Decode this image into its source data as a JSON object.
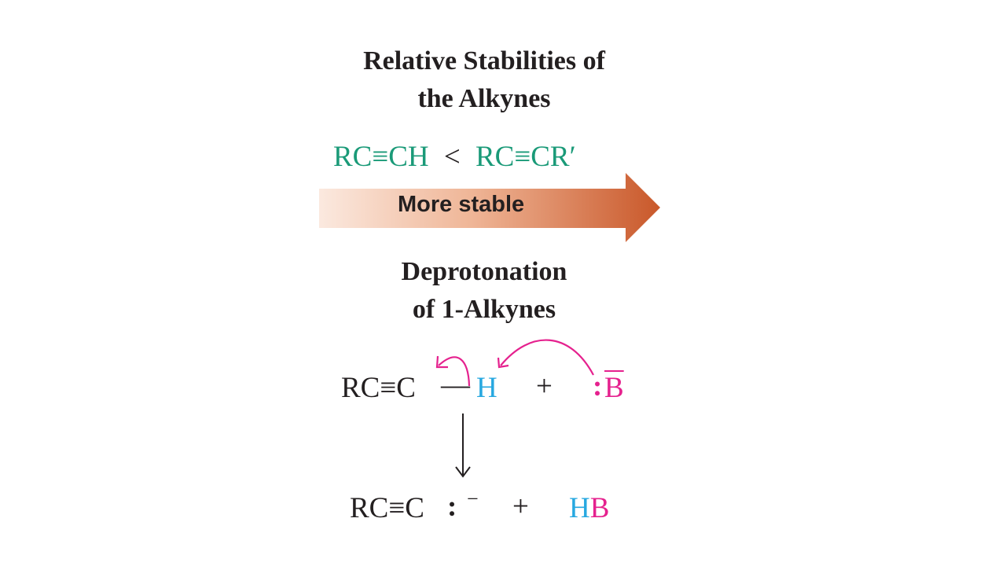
{
  "section1": {
    "title_line1": "Relative Stabilities of",
    "title_line2": "the Alkynes",
    "formula_left": "RC≡CH",
    "comparator": "<",
    "formula_right": "RC≡CR′",
    "arrow_label": "More stable"
  },
  "section2": {
    "title_line1": "Deprotonation",
    "title_line2": "of 1-Alkynes",
    "reactant_alkyne": "RC≡C",
    "bond": "—",
    "proton": "H",
    "plus_reactants": "+",
    "base_lone_pair": ":",
    "base": "B",
    "product_anion": "RC≡C",
    "anion_lone_pair": ":",
    "anion_charge": "−",
    "plus_products": "+",
    "product_h": "H",
    "product_b": "B"
  },
  "colors": {
    "teal": "#1a9a78",
    "blue": "#27a8e0",
    "pink": "#e5218e",
    "arrow_start": "#f8e0d4",
    "arrow_end": "#c9582a"
  }
}
